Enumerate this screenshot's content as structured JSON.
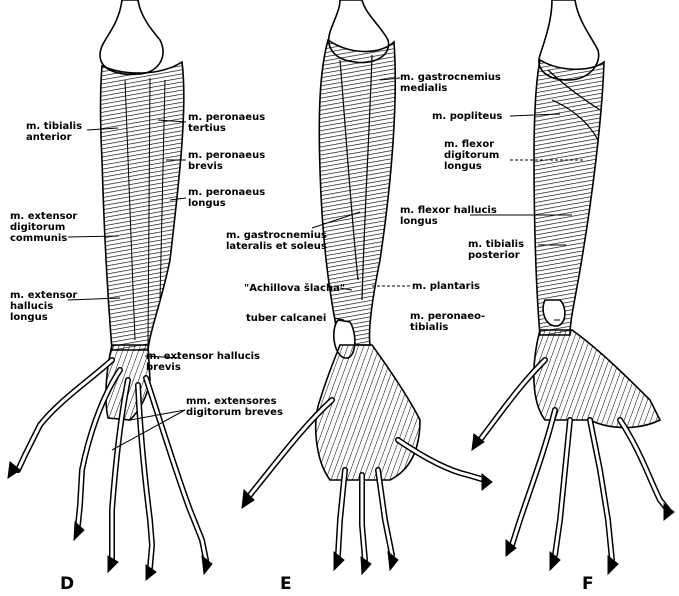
{
  "panels": {
    "D": {
      "letter": "D",
      "labels": {
        "tibialis_anterior": "m. tibialis\nanterior",
        "peronaeus_tertius": "m. peronaeus\ntertius",
        "peronaeus_brevis": "m. peronaeus\nbrevis",
        "peronaeus_longus": "m. peronaeus\nlongus",
        "extensor_digitorum_communis": "m. extensor\ndigitorum\ncommunis",
        "extensor_hallucis_longus": "m. extensor\nhallucis\nlongus",
        "extensor_hallucis_brevis": "m. extensor hallucis\nbrevis",
        "extensores_digitorum_breves": "mm. extensores\ndigitorum breves"
      }
    },
    "E": {
      "letter": "E",
      "labels": {
        "gastrocnemius_medialis": "m. gastrocnemius\nmedialis",
        "gastrocnemius_lateralis": "m. gastrocnemius\nlateralis et soleus",
        "achillova_slacha": "\"Achillova šlacha\"",
        "tuber_calcanei": "tuber calcanei",
        "plantaris": "m. plantaris"
      }
    },
    "F": {
      "letter": "F",
      "labels": {
        "popliteus": "m. popliteus",
        "flexor_digitorum_longus": "m. flexor\ndigitorum\nlongus",
        "flexor_hallucis_longus": "m. flexor hallucis\nlongus",
        "tibialis_posterior": "m. tibialis\nposterior",
        "peronaeo_tibialis": "m. peronaeo-\ntibialis"
      }
    }
  },
  "colors": {
    "ink": "#000000",
    "paper": "#ffffff",
    "shade": "#8a8a8a"
  }
}
